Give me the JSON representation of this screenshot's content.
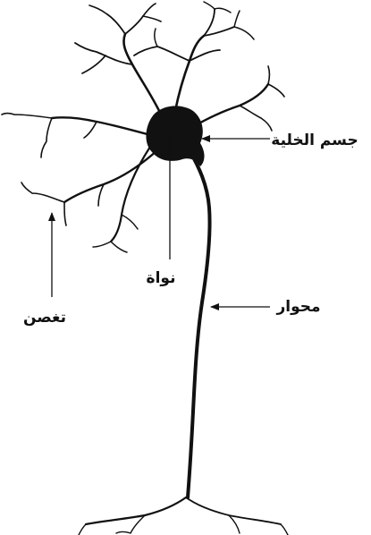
{
  "labels": {
    "cell_body": "جسم الخلية",
    "nucleus": "نواة",
    "axon": "محوار",
    "dendrite": "تغصن"
  },
  "colors": {
    "ink": "#111111",
    "background": "#ffffff"
  }
}
